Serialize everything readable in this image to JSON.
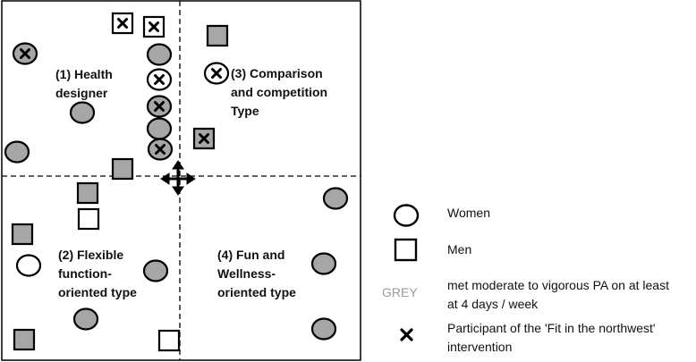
{
  "quadrants": [
    {
      "id": "q1",
      "lines": [
        "(1) Health",
        "designer"
      ]
    },
    {
      "id": "q2",
      "lines": [
        "(2) Flexible",
        "function-",
        "oriented type"
      ]
    },
    {
      "id": "q3",
      "lines": [
        "(3) Comparison",
        "and competition",
        "Type"
      ]
    },
    {
      "id": "q4",
      "lines": [
        "(4) Fun and",
        "Wellness-",
        "oriented type"
      ]
    }
  ],
  "legend": {
    "women": "Women",
    "men": "Men",
    "grey_key": "GREY",
    "grey_desc": [
      "met moderate to vigorous PA on at least",
      "at 4 days / week"
    ],
    "participant_desc": [
      "Participant of the 'Fit in the northwest'",
      "intervention"
    ]
  },
  "colors": {
    "grey_fill": "#a6a6a6",
    "white_fill": "#ffffff",
    "stroke": "#000000"
  },
  "center_icon": "move-arrows-icon"
}
